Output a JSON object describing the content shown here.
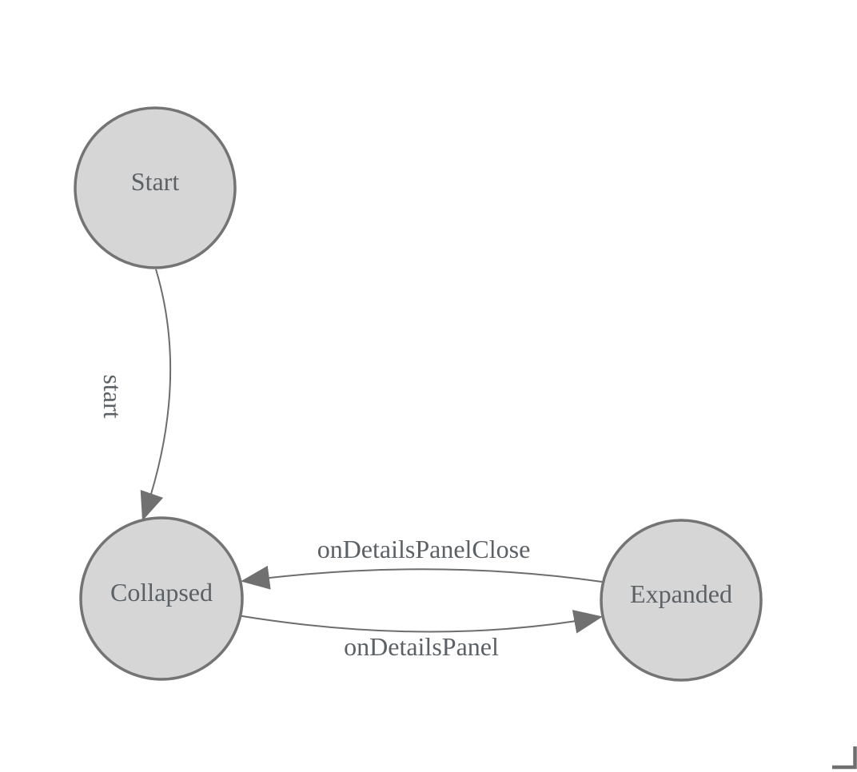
{
  "diagram": {
    "type": "state-machine",
    "background": "#ffffff",
    "colors": {
      "node_fill": "#d6d6d6",
      "node_stroke": "#747474",
      "edge_line": "#6d6d6d",
      "arrowhead": "#707070",
      "label_text": "#5c6166",
      "corner_mark": "#6f6f6f"
    },
    "nodes": [
      {
        "id": "start",
        "label": "Start"
      },
      {
        "id": "collapsed",
        "label": "Collapsed"
      },
      {
        "id": "expanded",
        "label": "Expanded"
      }
    ],
    "edges": [
      {
        "from": "Start",
        "to": "Collapsed",
        "label": "start"
      },
      {
        "from": "Expanded",
        "to": "Collapsed",
        "label": "onDetailsPanelClose"
      },
      {
        "from": "Collapsed",
        "to": "Expanded",
        "label": "onDetailsPanel"
      }
    ]
  }
}
